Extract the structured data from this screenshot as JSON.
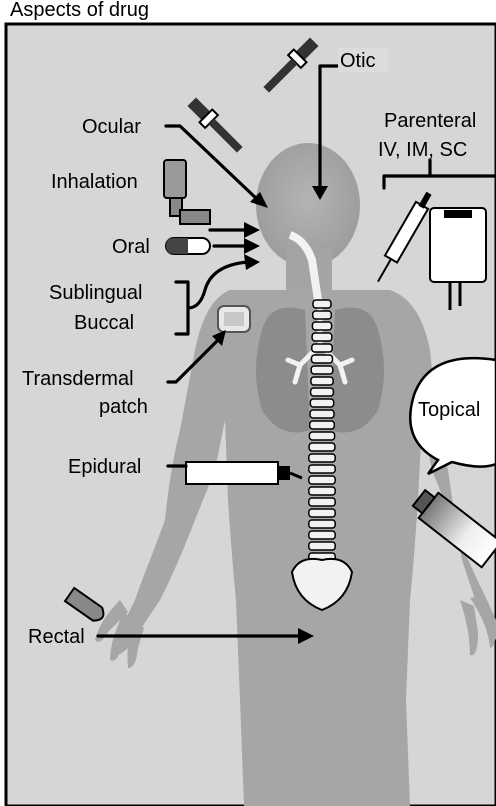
{
  "figure": {
    "header_fragment": "Aspects of drug",
    "labels": {
      "otic": "Otic",
      "ocular": "Ocular",
      "inhalation": "Inhalation",
      "oral": "Oral",
      "sublingual": "Sublingual",
      "buccal": "Buccal",
      "transdermal_line1": "Transdermal",
      "transdermal_line2": "patch",
      "epidural": "Epidural",
      "rectal": "Rectal",
      "parenteral_line1": "Parenteral",
      "parenteral_line2": "IV, IM, SC",
      "topical": "Topical"
    }
  },
  "colors": {
    "background": "#d6d6d6",
    "body": "#a6a6a6",
    "lungs": "#8c8c8c",
    "spine": "#f2f2f2",
    "outline": "#000000"
  },
  "icons": [
    "dropper-icon",
    "inhaler-icon",
    "capsule-icon",
    "patch-icon",
    "syringe-icon",
    "iv-bag-icon",
    "suppository-icon",
    "ointment-tube-icon",
    "speech-bubble-icon"
  ]
}
